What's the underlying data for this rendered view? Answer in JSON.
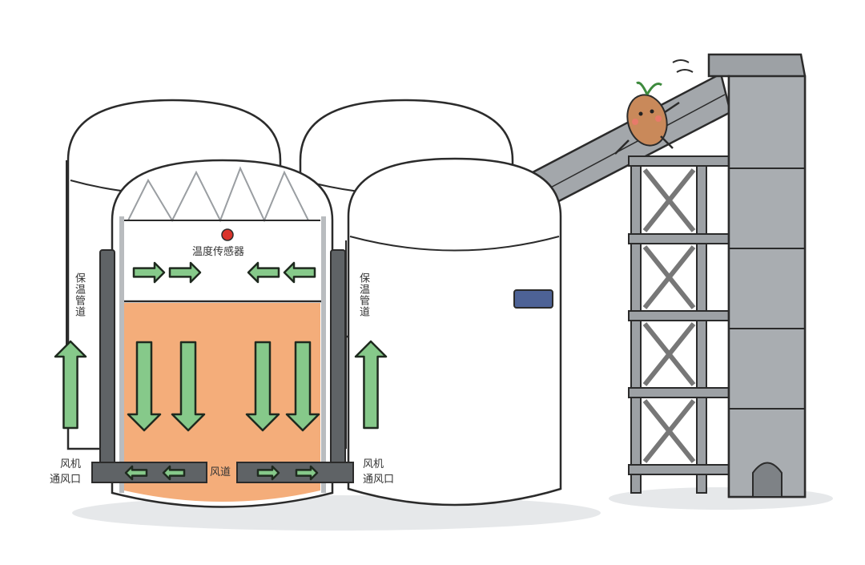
{
  "labels": {
    "temperature_sensor": "温度传感器",
    "insulation_pipe_left": "保温管道",
    "insulation_pipe_right": "保温管道",
    "fan_vent_left": [
      "风机",
      "通风口"
    ],
    "fan_vent_right": [
      "风机",
      "通风口"
    ],
    "air_duct": "风道"
  },
  "colors": {
    "grain": "#f4ad7a",
    "arrow": "#86c98a",
    "outline": "#2b2b2b",
    "metal": "#8e9296",
    "sensor": "#d9332b",
    "vent_plate": "#4d6296"
  }
}
